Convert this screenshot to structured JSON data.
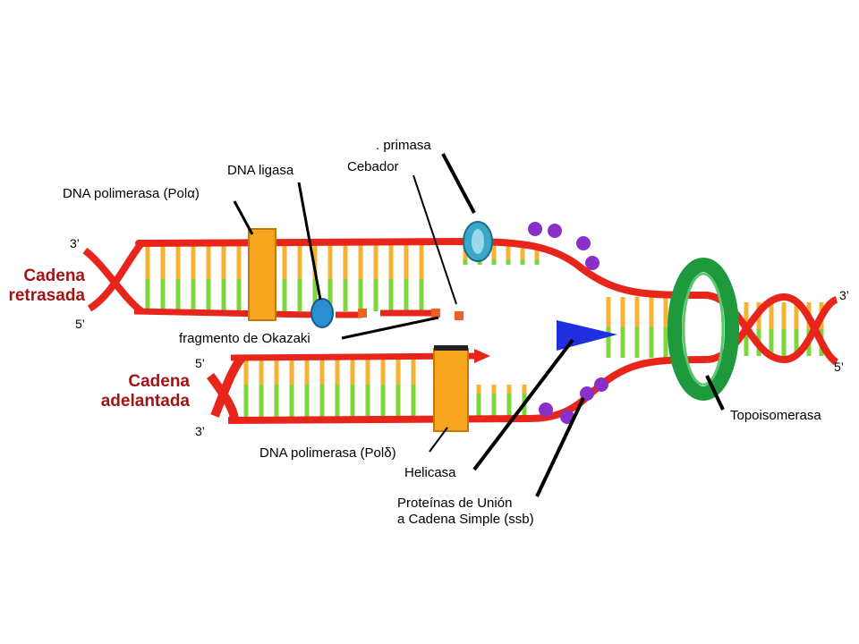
{
  "strands": {
    "lagging_line1": "Cadena",
    "lagging_line2": "retrasada",
    "leading_line1": "Cadena",
    "leading_line2": "adelantada"
  },
  "ends": {
    "lag_top_left": "3’",
    "lag_bottom_left": "5’",
    "lead_top_left": "5’",
    "lead_bottom_left": "3’",
    "right_top": "3’",
    "right_bottom": "5’"
  },
  "labels": {
    "primasa": ". primasa",
    "cebador": "Cebador",
    "ligasa": "DNA ligasa",
    "pol_alpha": "DNA polimerasa (Polα)",
    "okazaki": "fragmento de Okazaki",
    "pol_delta": "DNA polimerasa (Polδ)",
    "helicasa": "Helicasa",
    "ssb_line1": "Proteínas de Unión",
    "ssb_line2": "a Cadena Simple (ssb)",
    "topoisomerasa": "Topoisomerasa"
  },
  "colors": {
    "backbone": "#e8251b",
    "base_orange": "#f5b335",
    "base_green": "#7ed63a",
    "polymerase": "#f7a51c",
    "helicase": "#1f2fe0",
    "ssb": "#8b2fc9",
    "topoisomerase": "#1e9a3c",
    "primase": "#3aa8c8",
    "label_red": "#a31515"
  }
}
